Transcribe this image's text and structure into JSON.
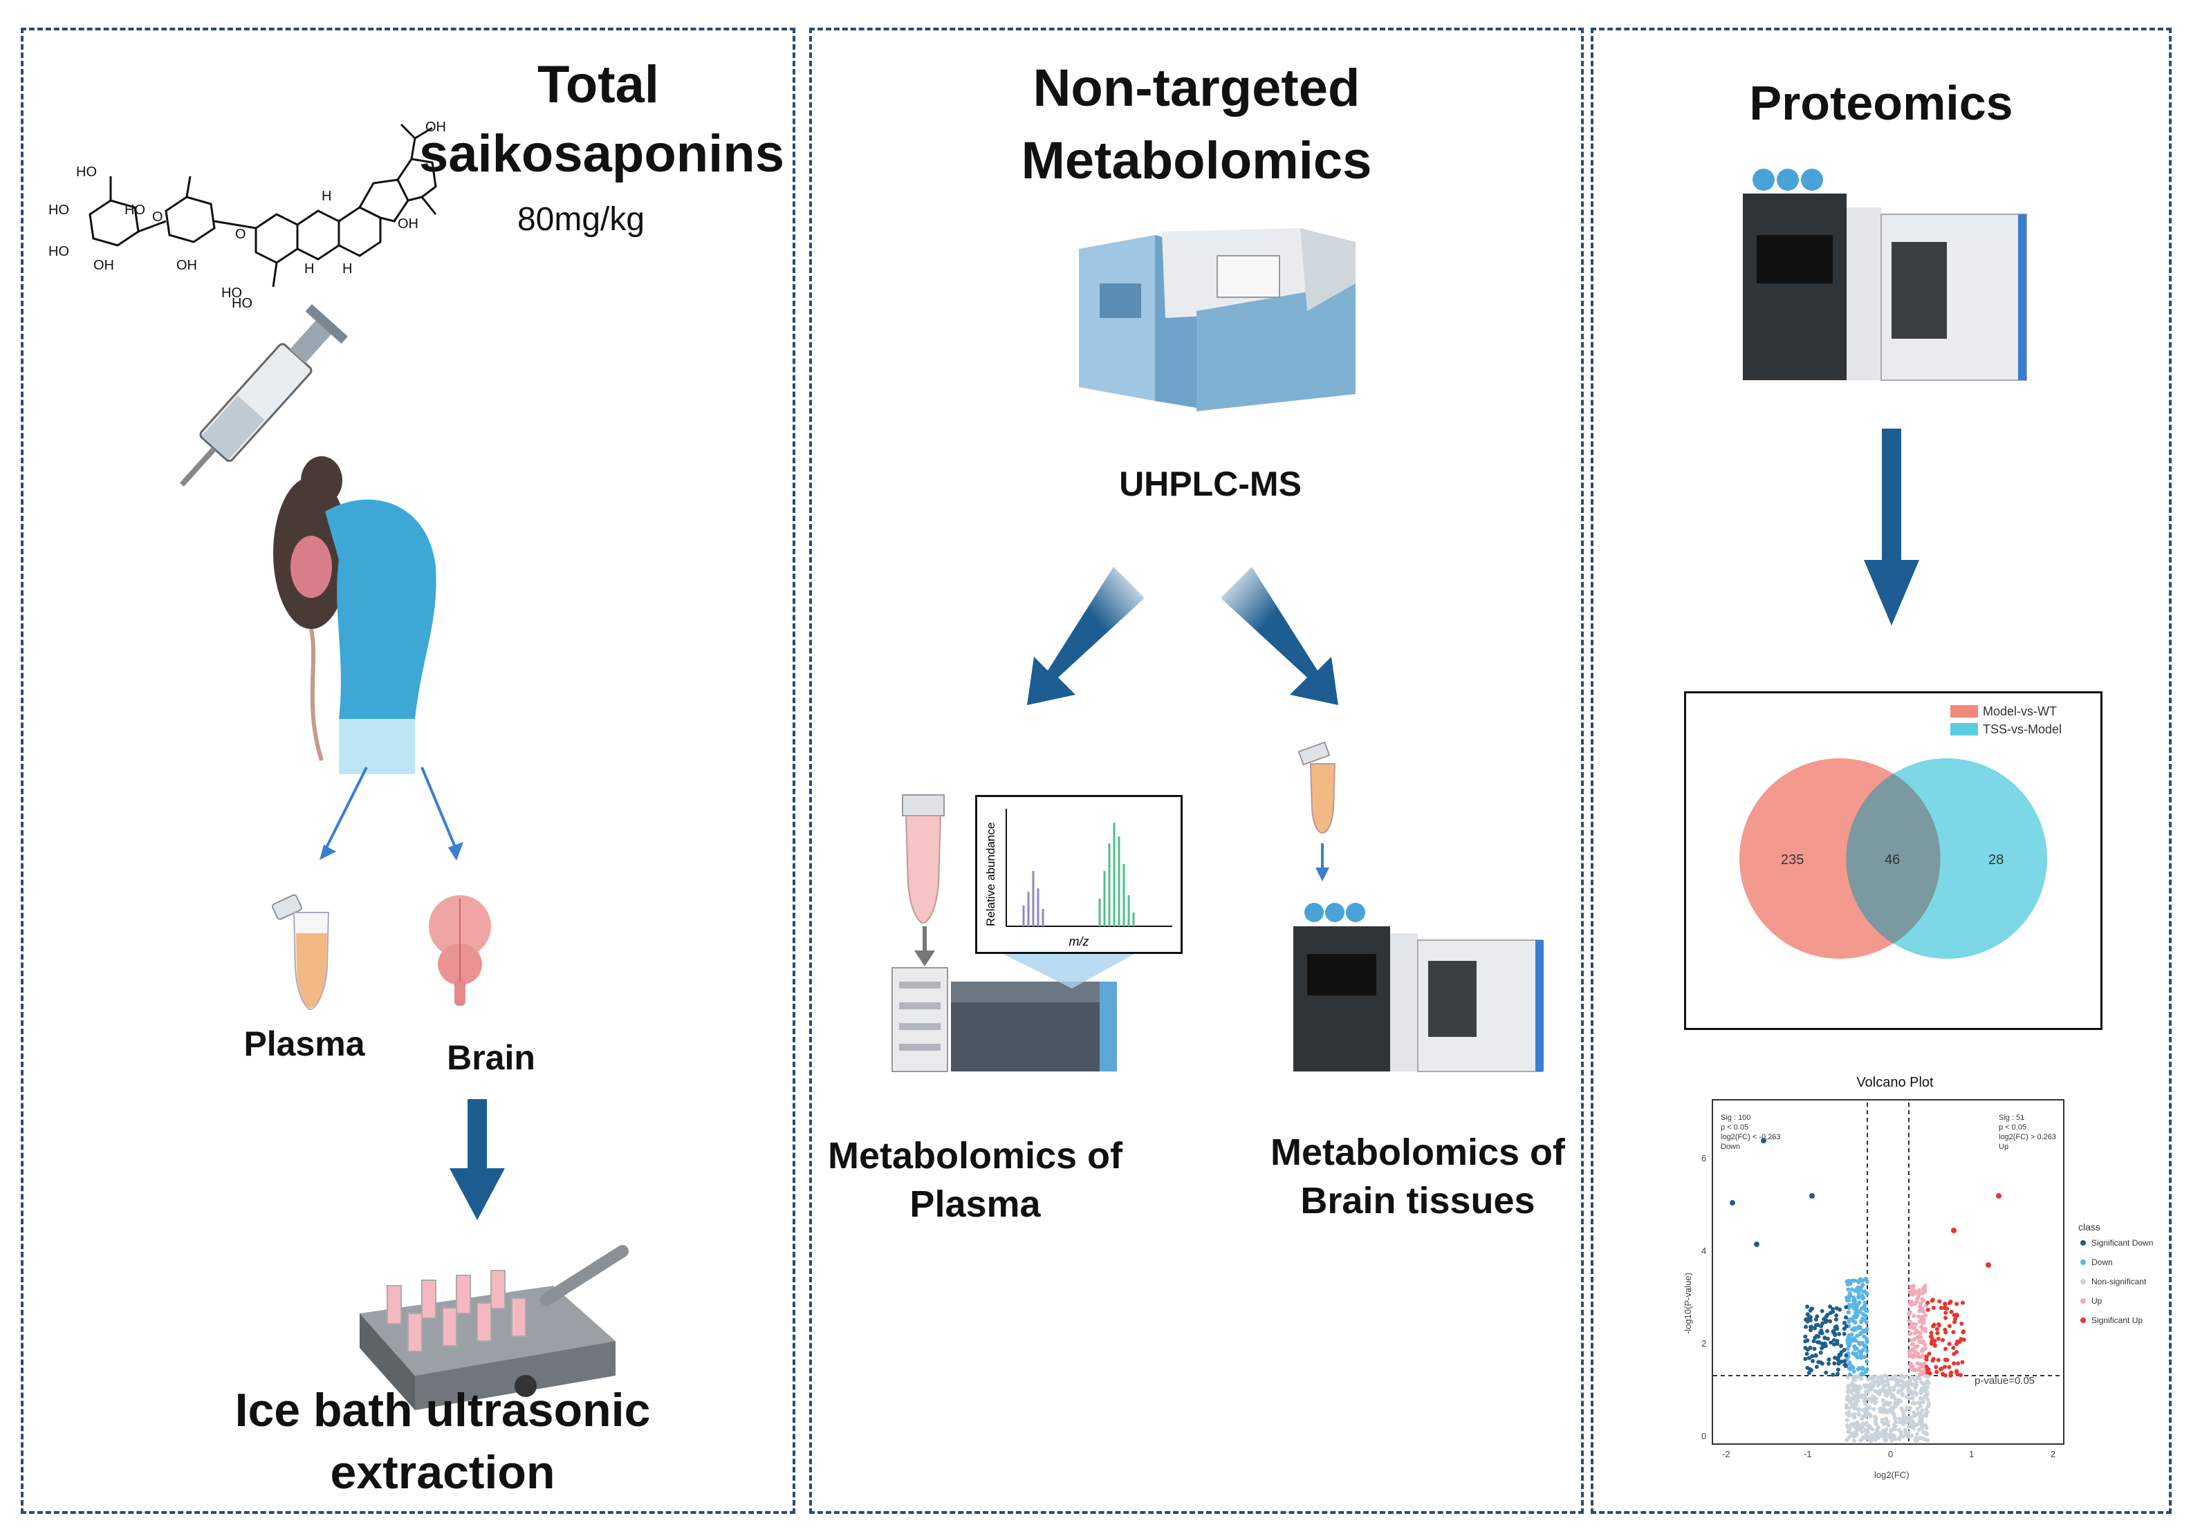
{
  "panel_left": {
    "title_line1": "Total",
    "title_line2": "saikosaponins",
    "dose": "80mg/kg",
    "molecule_labels": [
      "HO",
      "HO",
      "HO",
      "HO",
      "OH",
      "OH",
      "HO",
      "HO",
      "OH",
      "O",
      "H",
      "H",
      "H",
      "O",
      "OH"
    ],
    "sample_plasma": "Plasma",
    "sample_brain": "Brain",
    "method_line1": "Ice bath ultrasonic",
    "method_line2": "extraction"
  },
  "panel_middle": {
    "title_line1": "Non-targeted",
    "title_line2": "Metabolomics",
    "instrument": "UHPLC-MS",
    "spectrum_ylabel": "Relative abundance",
    "spectrum_xlabel": "m/z",
    "out_plasma_line1": "Metabolomics of",
    "out_plasma_line2": "Plasma",
    "out_brain_line1": "Metabolomics of",
    "out_brain_line2": "Brain tissues"
  },
  "panel_right": {
    "title": "Proteomics",
    "venn": {
      "legend": [
        "Model-vs-WT",
        "TSS-vs-Model"
      ],
      "left_only": "235",
      "overlap": "46",
      "right_only": "28",
      "colors": [
        "#f2877a",
        "#5bcde0"
      ]
    },
    "volcano": {
      "title": "Volcano Plot",
      "xlabel": "log2(FC)",
      "ylabel": "-log10(P-value)",
      "xticks": [
        "-2",
        "-1",
        "0",
        "1",
        "2"
      ],
      "yticks": [
        "0",
        "2",
        "4",
        "6"
      ],
      "threshold_label": "p-value=0.05",
      "left_note": [
        "Sig : 100",
        "p < 0.05",
        "log2(FC) < -0.263",
        "Down"
      ],
      "right_note": [
        "Sig : 51",
        "p < 0.05",
        "log2(FC) > 0.263",
        "Up"
      ],
      "legend_title": "class",
      "legend_items": [
        "Significant Down",
        "Down",
        "Non-significant",
        "Up",
        "Significant Up"
      ],
      "legend_colors": [
        "#1f5f8b",
        "#5bb5e5",
        "#c8d3dc",
        "#f4a9b8",
        "#e8352e"
      ]
    }
  }
}
